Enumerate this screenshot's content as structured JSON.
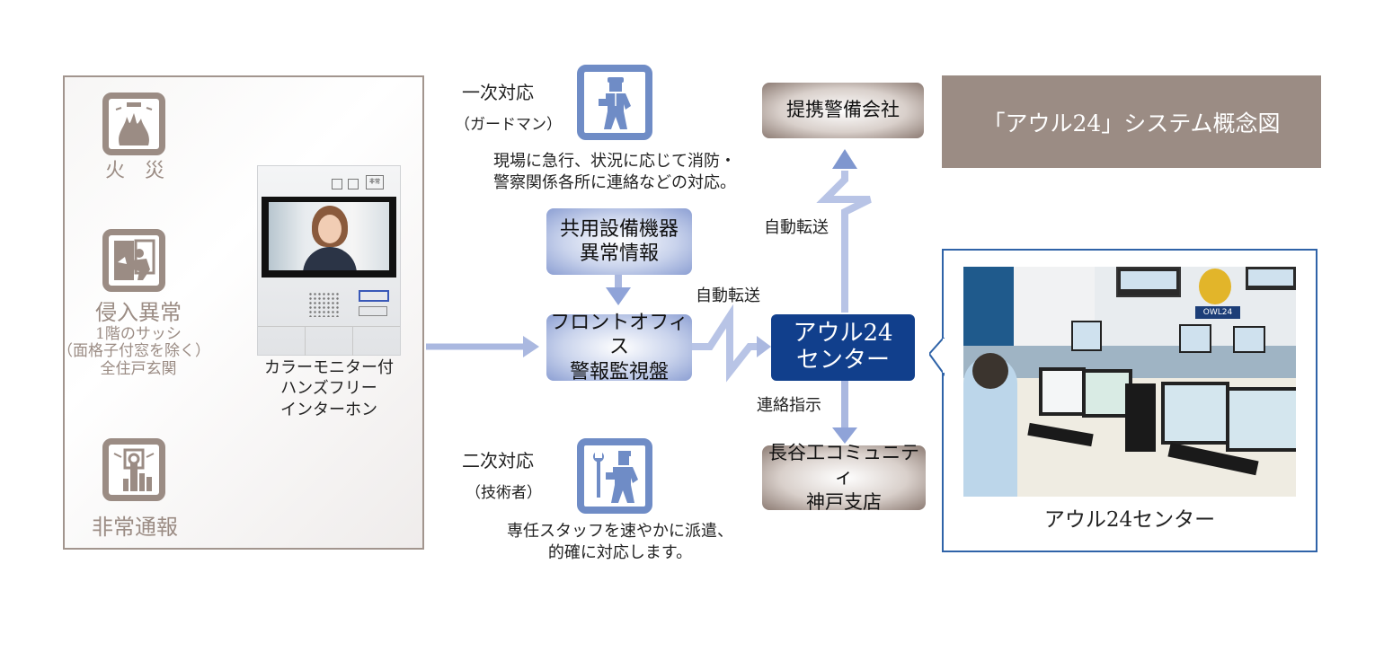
{
  "title": "「アウル24」システム概念図",
  "residence": {
    "fire": {
      "icon": "fire-alarm-icon",
      "label": "火　災"
    },
    "intrusion": {
      "icon": "intrusion-icon",
      "label": "侵入異常",
      "details": [
        "1階のサッシ",
        "（面格子付窓を除く）",
        "全住戸玄関"
      ]
    },
    "emergency": {
      "icon": "emergency-button-icon",
      "label": "非常通報"
    },
    "intercom": {
      "lines": [
        "カラーモニター付",
        "ハンズフリー",
        "インターホン"
      ],
      "button_label": "非常"
    }
  },
  "primary_response": {
    "title": "一次対応",
    "who": "（ガードマン）",
    "description": [
      "現場に急行、状況に応じて消防・",
      "警察関係各所に連絡などの対応。"
    ]
  },
  "secondary_response": {
    "title": "二次対応",
    "who": "（技術者）",
    "description": [
      "専任スタッフを速やかに派遣、",
      "的確に対応します。"
    ]
  },
  "nodes": {
    "shared_equipment": [
      "共用設備機器",
      "異常情報"
    ],
    "front_office": [
      "フロントオフィス",
      "警報監視盤"
    ],
    "owl_center": [
      "アウル24",
      "センター"
    ],
    "security_company": "提携警備会社",
    "branch": [
      "長谷工コミュニティ",
      "神戸支店"
    ]
  },
  "edges": {
    "auto_transfer_1": "自動転送",
    "auto_transfer_2": "自動転送",
    "contact_instruction": "連絡指示"
  },
  "photo": {
    "caption": "アウル24センター",
    "sign": "OWL24"
  },
  "colors": {
    "tan": "#9b8c84",
    "blue": "#6f8cc6",
    "light_blue": "#aab8e0",
    "navy": "#113f8c",
    "frame": "#2f63a8"
  }
}
